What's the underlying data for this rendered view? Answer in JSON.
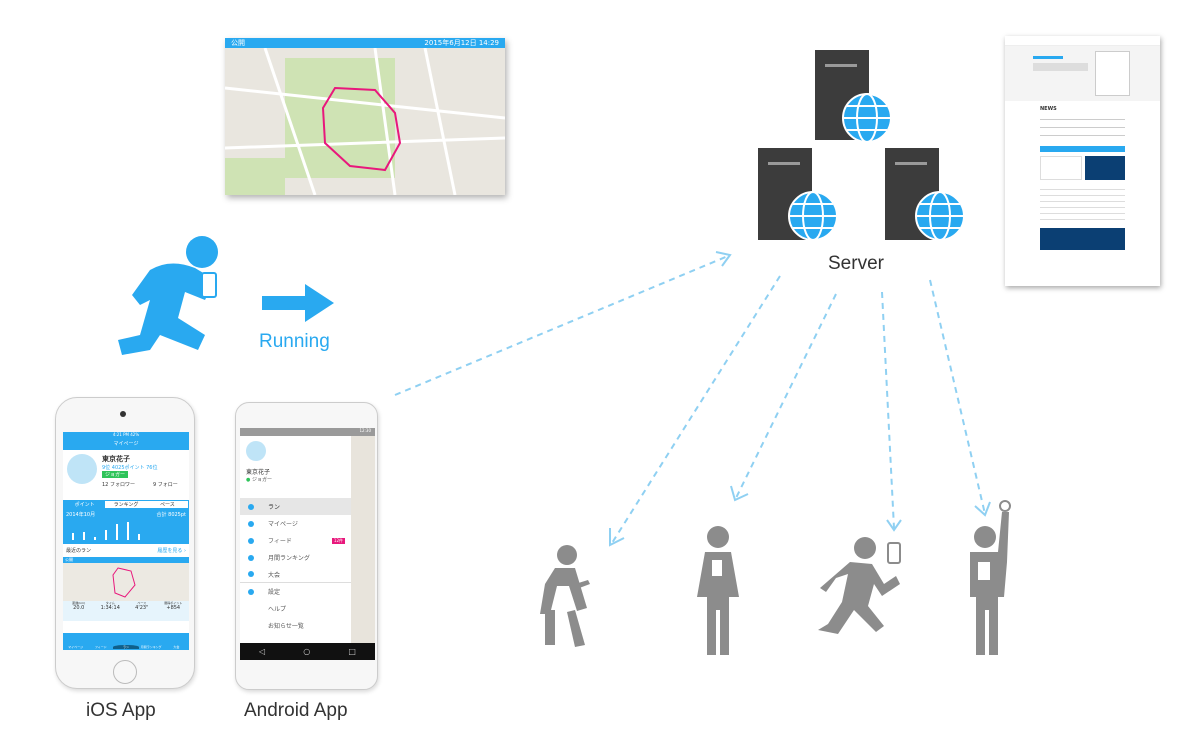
{
  "map": {
    "header_left": "公開",
    "header_right": "2015年6月12日 14:29"
  },
  "running_label": "Running",
  "server_label": "Server",
  "ios": {
    "label": "iOS App",
    "status_time": "4:21 PM",
    "battery": "42%",
    "title": "マイページ",
    "user_name": "東京花子",
    "stats": "9位 4025ポイント 76位",
    "badge": "ジョガー",
    "followers": "12 フォロワー",
    "following": "9 フォロー",
    "tabs": [
      "ポイント",
      "ランキング",
      "ペース"
    ],
    "chart_date": "2014年10月",
    "chart_total": "合計 8025pt",
    "recent_title": "最近のラン",
    "recent_link": "履歴を見る ›",
    "recent_tag": "公開",
    "metrics": [
      {
        "label": "距離(km)",
        "value": "20.0"
      },
      {
        "label": "タイム",
        "value": "1:34:14"
      },
      {
        "label": "ペース",
        "value": "4'23\""
      },
      {
        "label": "獲得ポイント",
        "value": "+854"
      }
    ],
    "nav": [
      "マイページ",
      "フィード",
      "ラン",
      "月間ランキング",
      "大会"
    ]
  },
  "android": {
    "label": "Android App",
    "status_time": "12:30",
    "user_name": "東京花子",
    "user_role": "ジョガー",
    "menu": [
      "ラン",
      "マイページ",
      "フィード",
      "月間ランキング",
      "大会",
      "設定",
      "ヘルプ",
      "お知らせ一覧"
    ],
    "feed_badge": "12件"
  },
  "web": {
    "news_heading": "NEWS"
  },
  "colors": {
    "accent": "#29a9f0",
    "server": "#3c3c3c",
    "people": "#8c8c8c"
  }
}
